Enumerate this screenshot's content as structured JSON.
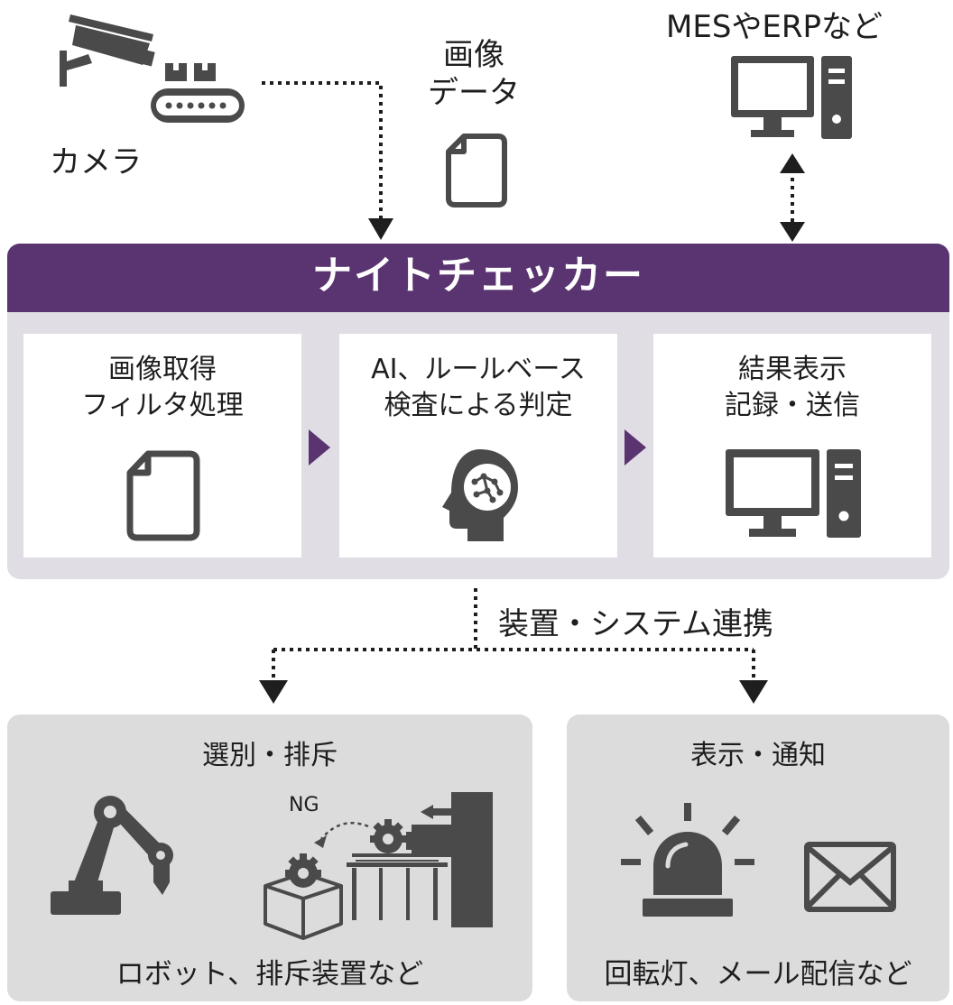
{
  "top": {
    "camera_label": "カメラ",
    "image_data_label_line1": "画像",
    "image_data_label_line2": "データ",
    "mes_label": "MESやERPなど"
  },
  "main": {
    "title": "ナイトチェッカー",
    "steps": [
      {
        "line1": "画像取得",
        "line2": "フィルタ処理"
      },
      {
        "line1": "AI、ルールベース",
        "line2": "検査による判定"
      },
      {
        "line1": "結果表示",
        "line2": "記録・送信"
      }
    ]
  },
  "link": {
    "label": "装置・システム連携"
  },
  "panels": {
    "left": {
      "title": "選別・排斥",
      "ng_label": "NG",
      "footer": "ロボット、排斥装置など"
    },
    "right": {
      "title": "表示・通知",
      "footer": "回転灯、メール配信など"
    }
  },
  "colors": {
    "brand_purple": "#5a3470",
    "icon_gray": "#4a4a4a",
    "panel_gray": "#dcdcdc",
    "panel_lilac": "#e0dde5"
  }
}
